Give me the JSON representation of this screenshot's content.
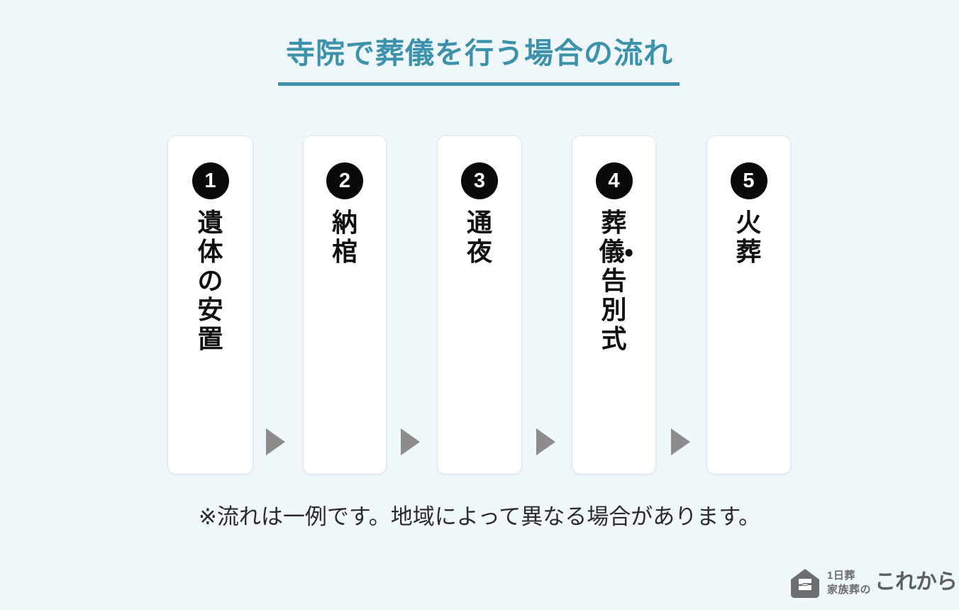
{
  "page": {
    "background_color": "#eff7fb",
    "accent_color": "#3d92ab",
    "badge_color": "#0a0a0a",
    "arrow_color": "#8c8c8c"
  },
  "header": {
    "title": "寺院で葬儀を行う場合の流れ"
  },
  "flow": {
    "steps": [
      {
        "number": "1",
        "label": "遺体の安置"
      },
      {
        "number": "2",
        "label": "納棺"
      },
      {
        "number": "3",
        "label": "通夜"
      },
      {
        "number": "4",
        "label": "葬儀・告別式"
      },
      {
        "number": "5",
        "label": "火葬"
      }
    ],
    "arrow_icon": "triangle-right-icon",
    "arrow_count": 4
  },
  "footer": {
    "note": "※流れは一例です。地域によって異なる場合があります。"
  },
  "logo": {
    "mark_icon": "house-ko-logo-icon",
    "sub_line1": "1日葬",
    "sub_line2": "家族葬の",
    "brand": "これから",
    "mark_color": "#6b6f72"
  }
}
